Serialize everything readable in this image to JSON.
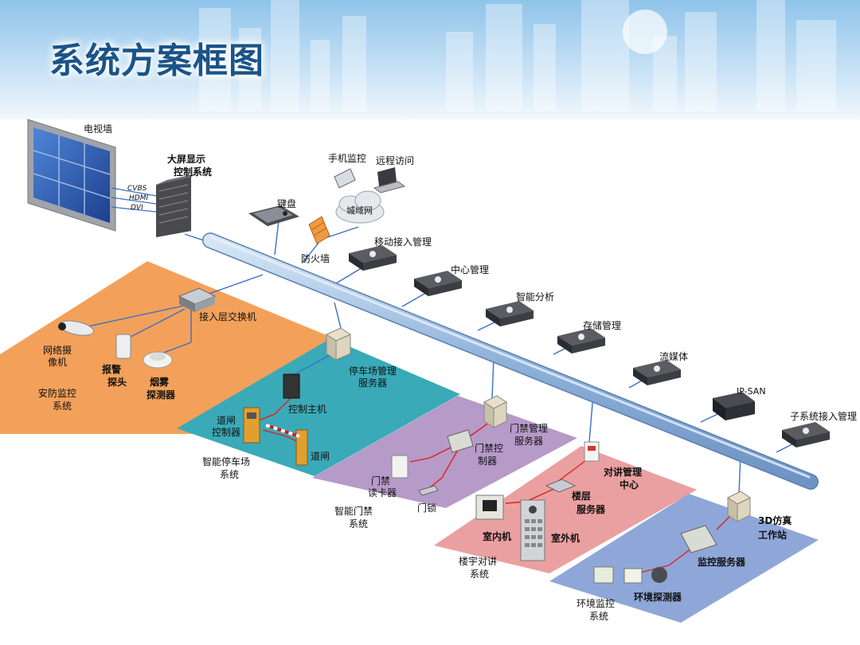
{
  "title": "系统方案框图",
  "labels": {
    "tv_wall": "电视墙",
    "big_screen_1": "大屏显示",
    "big_screen_2": "控制系统",
    "cvbs": "CVBS",
    "hdmi": "HDMI",
    "dvi": "DVI",
    "mobile_monitor": "手机监控",
    "remote_access": "远程访问",
    "keyboard": "键盘",
    "wan": "城域网",
    "firewall": "防火墙",
    "mobile_access_mgmt": "移动接入管理",
    "center_mgmt": "中心管理",
    "smart_analysis": "智能分析",
    "storage_mgmt": "存储管理",
    "streaming": "流媒体",
    "ip_san": "IP-SAN",
    "subsystem_access": "子系统接入管理",
    "access_switch": "接入层交换机",
    "network_camera_1": "网络摄",
    "network_camera_2": "像机",
    "alarm_probe_1": "报警",
    "alarm_probe_2": "探头",
    "smoke_detector_1": "烟雾",
    "smoke_detector_2": "探测器",
    "security_system_1": "安防监控",
    "security_system_2": "系统",
    "parking_server_1": "停车场管理",
    "parking_server_2": "服务器",
    "control_host": "控制主机",
    "gate_controller_1": "道闸",
    "gate_controller_2": "控制器",
    "barrier_gate": "道闸",
    "parking_system_1": "智能停车场",
    "parking_system_2": "系统",
    "door_server_1": "门禁管理",
    "door_server_2": "服务器",
    "door_controller_1": "门禁控",
    "door_controller_2": "制器",
    "card_reader_1": "门禁",
    "card_reader_2": "读卡器",
    "door_lock": "门锁",
    "door_system_1": "智能门禁",
    "door_system_2": "系统",
    "intercom_center_1": "对讲管理",
    "intercom_center_2": "中心",
    "floor_server_1": "楼层",
    "floor_server_2": "服务器",
    "indoor_unit": "室内机",
    "outdoor_unit": "室外机",
    "intercom_system_1": "楼宇对讲",
    "intercom_system_2": "系统",
    "sim_workstation_1": "3D仿真",
    "sim_workstation_2": "工作站",
    "monitor_server": "监控服务器",
    "env_detector": "环境探测器",
    "env_system_1": "环境监控",
    "env_system_2": "系统"
  },
  "colors": {
    "title": "#1a5488",
    "backbone": "#a9c8e8",
    "link_blue": "#3a6fc8",
    "link_red": "#e02020",
    "security_zone": "#f3a15a",
    "parking_zone": "#3aaab8",
    "door_zone": "#b69ac8",
    "intercom_zone": "#eaa0a0",
    "env_zone": "#8ea7d8"
  },
  "icons": {
    "tv_wall": "video-wall-icon",
    "controller": "matrix-controller-icon",
    "phone": "mobile-phone-icon",
    "laptop": "laptop-icon",
    "cloud": "cloud-icon",
    "firewall": "firewall-icon",
    "server": "rack-server-icon",
    "pc_server": "tower-server-icon",
    "camera": "camera-icon"
  }
}
